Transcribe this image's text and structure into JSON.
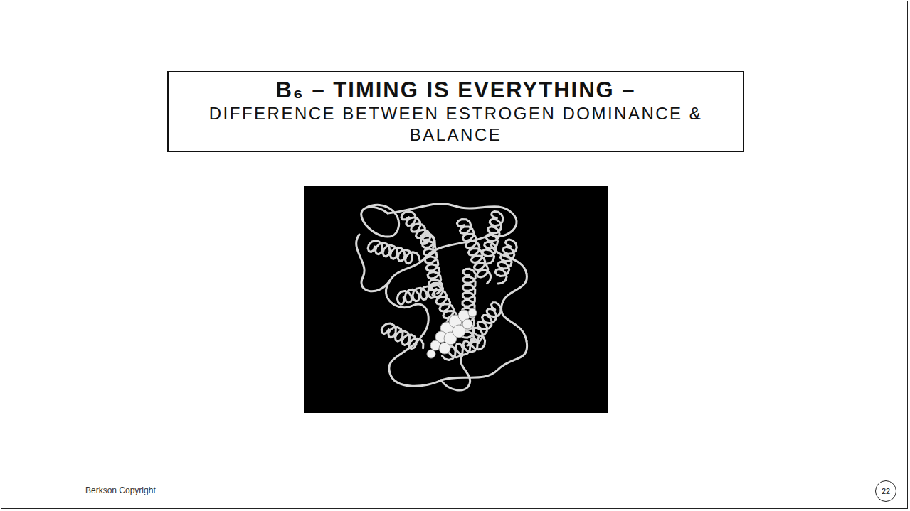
{
  "diagram": {
    "nodes": [
      {
        "text": [
          "B₆ – TIMING IS EVERYTHING –",
          "DIFFERENCE BETWEEN ESTROGEN DOMINANCE & BALANCE"
        ]
      },
      {
        "text": [
          "22"
        ]
      }
    ],
    "labels": [
      "Berkson Copyright"
    ]
  }
}
